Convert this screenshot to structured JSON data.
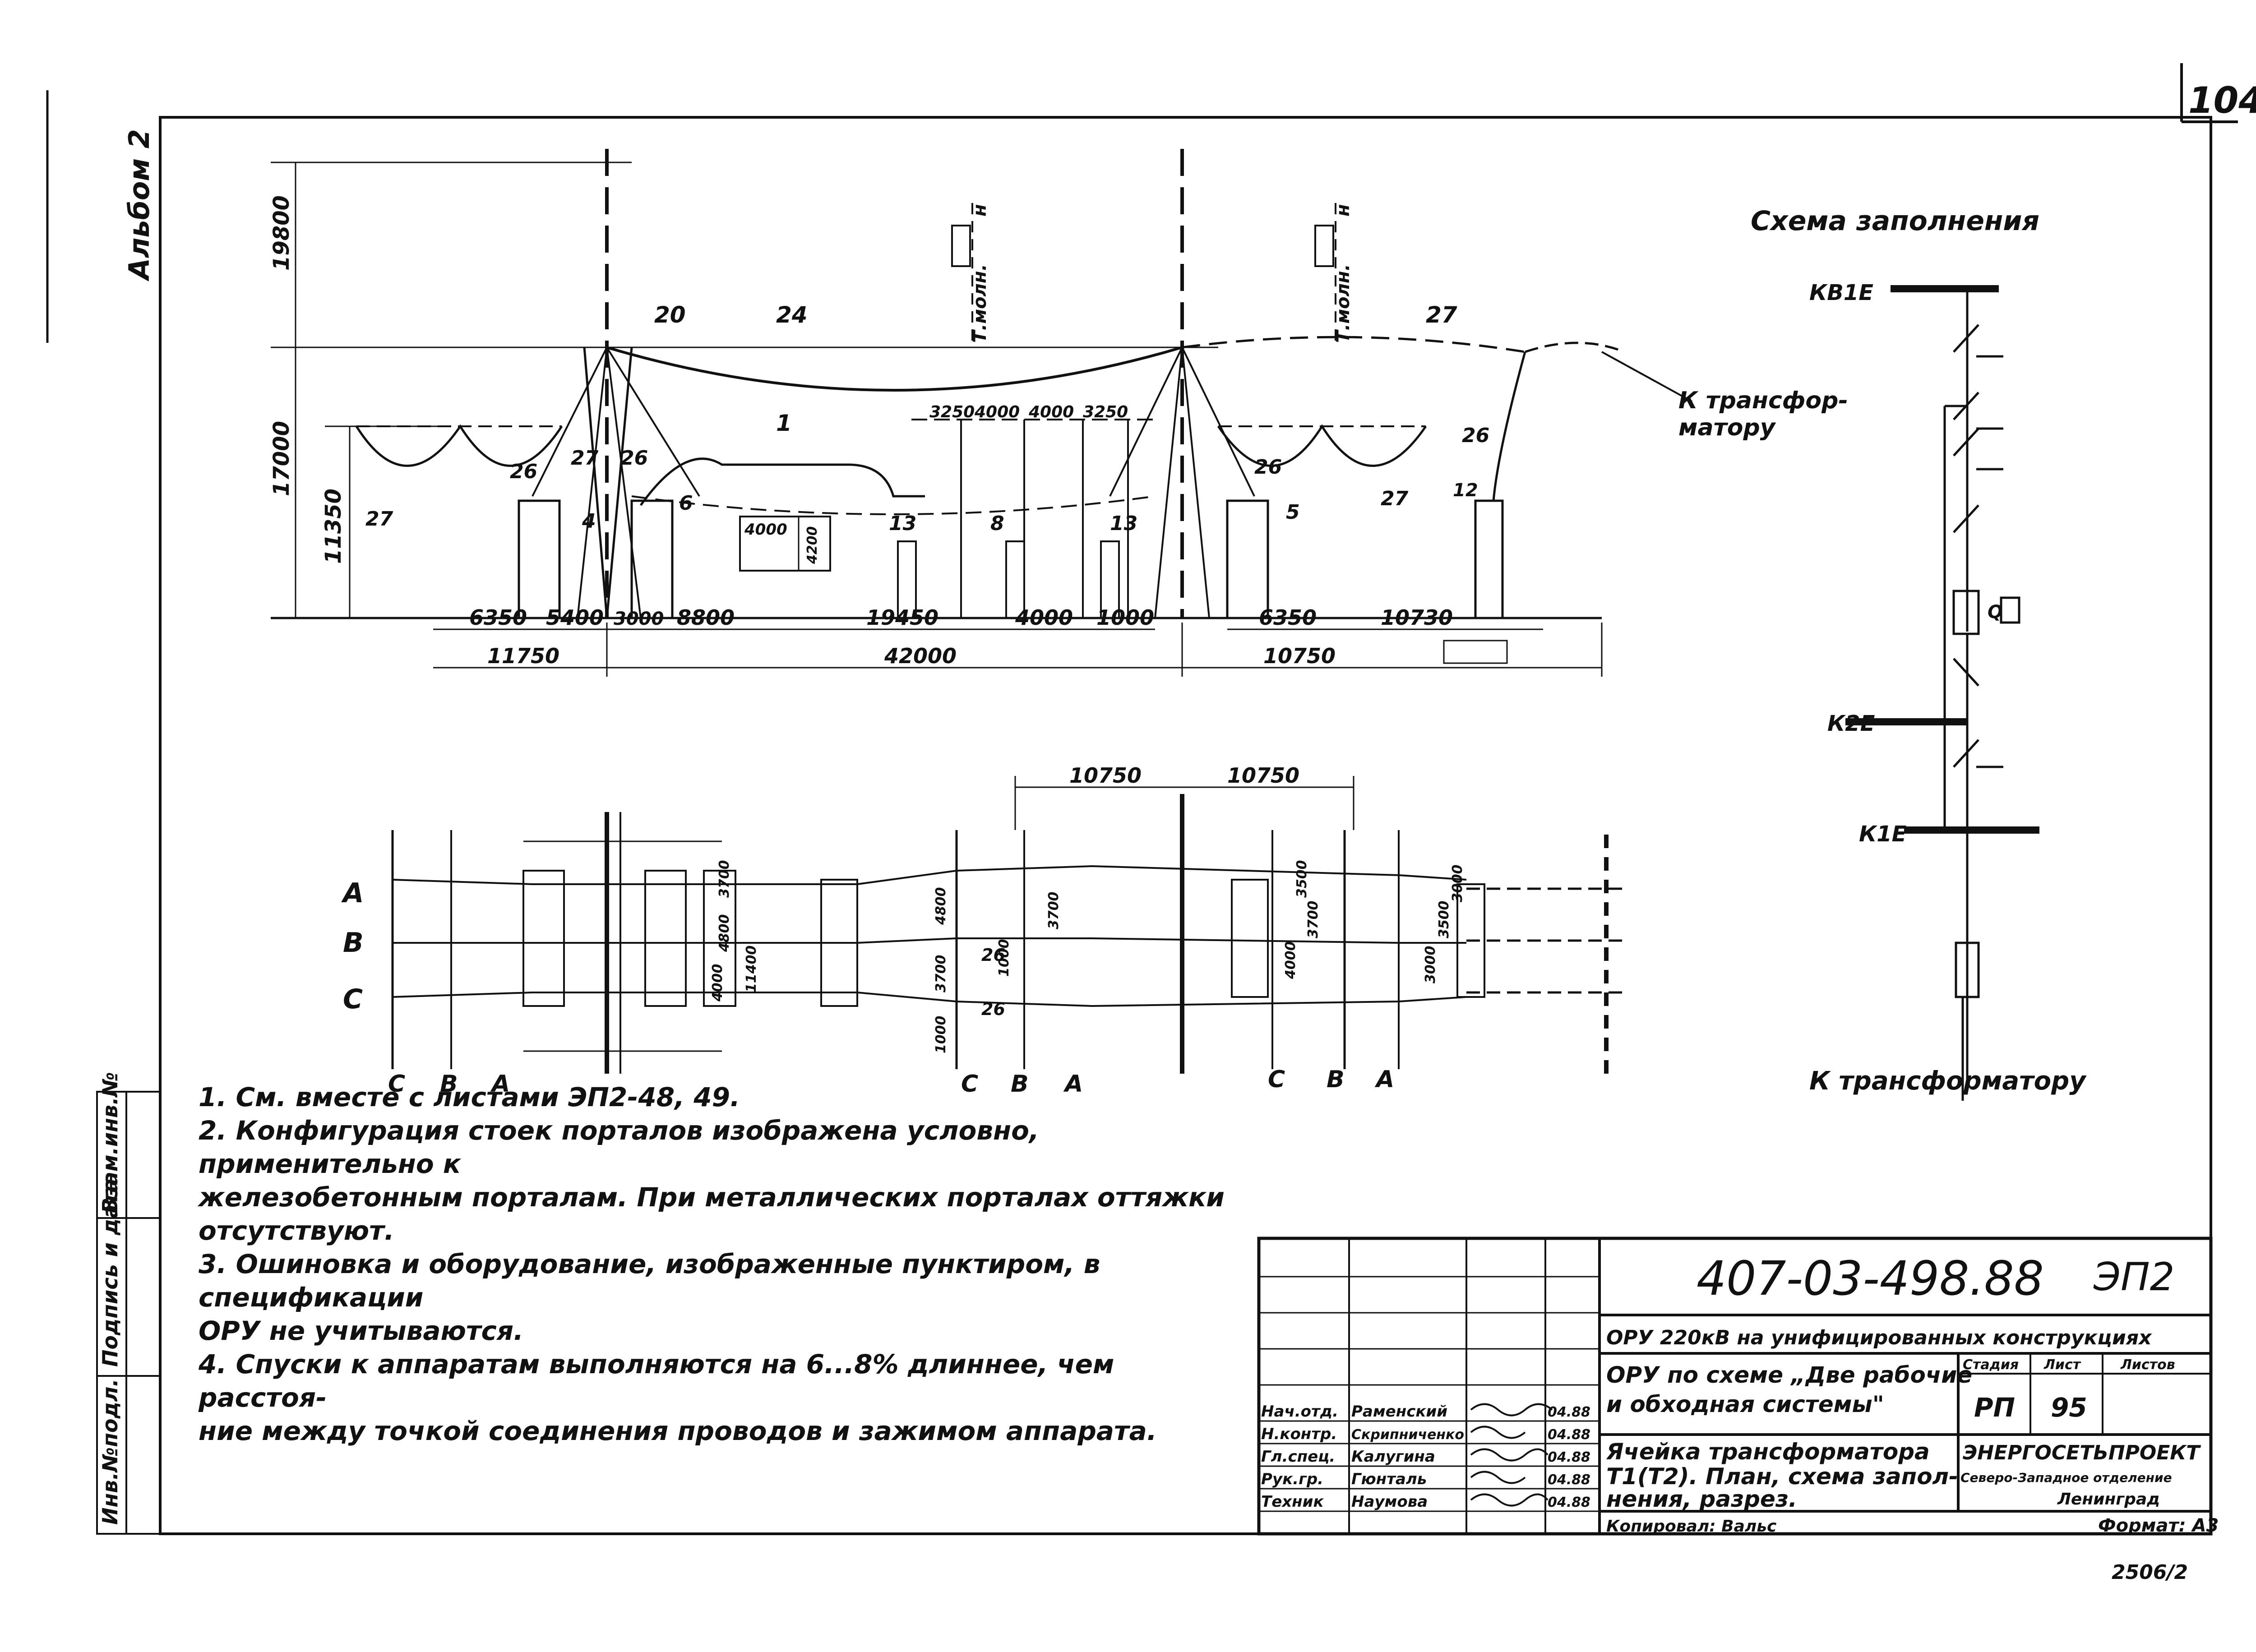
{
  "sheet": {
    "page_number": "104",
    "album_label": "Альбом 2",
    "side_stamps": [
      "Инв.№подл.",
      "Подпись и дата",
      "Взам.инв.№"
    ],
    "copy_note": "Копировал: Вальс",
    "format_label": "Формат: А3",
    "bottom_code": "2506/2"
  },
  "elevation": {
    "heights": [
      "19800",
      "17000",
      "11350"
    ],
    "labels": [
      "20",
      "24",
      "27",
      "1",
      "26",
      "27",
      "4",
      "26",
      "6",
      "13",
      "8",
      "13",
      "26",
      "5",
      "27",
      "27",
      "26",
      "12"
    ],
    "top_dims": [
      "3250",
      "4000",
      "4000",
      "3250"
    ],
    "box_dims": [
      "4000",
      "4200"
    ],
    "bottom_dims_row1": [
      "6350",
      "5400",
      "3000",
      "8800",
      "19450",
      "4000",
      "1000",
      "6350",
      "10730"
    ],
    "bottom_dims_row2": [
      "11750",
      "42000",
      "10750"
    ],
    "arrester_label": "Т.молн.",
    "arrester_tag": "н",
    "to_transformer": "К трансфор-\nматору"
  },
  "plan": {
    "phases": [
      "A",
      "B",
      "C"
    ],
    "bottom_phase_labels": [
      "C",
      "B",
      "A",
      "C",
      "B",
      "A",
      "C",
      "B",
      "A"
    ],
    "top_dims": [
      "10750",
      "10750"
    ],
    "dims_small": [
      "3700",
      "4800",
      "4000",
      "11400",
      "4800",
      "3700",
      "1000",
      "3700",
      "1000",
      "4000",
      "3700",
      "3500",
      "3000",
      "3500",
      "3000"
    ],
    "labels": [
      "26",
      "26"
    ]
  },
  "scheme": {
    "title": "Схема заполнения",
    "buses": [
      "КВ1Е",
      "К2Е",
      "К1Е"
    ],
    "breaker_tag": "Q",
    "to_transformer": "К трансформатору"
  },
  "notes": [
    "1. См. вместе с листами ЭП2-48, 49.",
    "2. Конфигурация стоек порталов изображена условно, применительно к",
    "железобетонным порталам. При металлических порталах оттяжки",
    "отсутствуют.",
    "3. Ошиновка и оборудование, изображенные пунктиром, в спецификации",
    "ОРУ не учитываются.",
    "4. Спуски к аппаратам выполняются на 6...8% длиннее, чем расстоя-",
    "ние между точкой соединения проводов и зажимом аппарата."
  ],
  "title_block": {
    "doc_code": "407-03-498.88",
    "sheet_code": "ЭП2",
    "project": "ОРУ 220кВ на унифицированных конструкциях",
    "scheme_name_1": "ОРУ по схеме „Две рабочие",
    "scheme_name_2": "и обходная системы\"",
    "stage_header": "Стадия",
    "sheet_header": "Лист",
    "sheets_header": "Листов",
    "stage": "РП",
    "sheet_no": "95",
    "sheet_title_1": "Ячейка трансформатора",
    "sheet_title_2": "Т1(Т2). План, схема запол-",
    "sheet_title_3": "нения, разрез.",
    "org_1": "ЭНЕРГОСЕТЬПРОЕКТ",
    "org_2": "Северо-Западное отделение",
    "org_3": "Ленинград",
    "staff": [
      {
        "role": "Нач.отд.",
        "name": "Раменский",
        "date": "04.88"
      },
      {
        "role": "Н.контр.",
        "name": "Скрипниченко",
        "date": "04.88"
      },
      {
        "role": "Гл.спец.",
        "name": "Калугина",
        "date": "04.88"
      },
      {
        "role": "Рук.гр.",
        "name": "Гюнталь",
        "date": "04.88"
      },
      {
        "role": "Техник",
        "name": "Наумова",
        "date": "04.88"
      }
    ]
  }
}
